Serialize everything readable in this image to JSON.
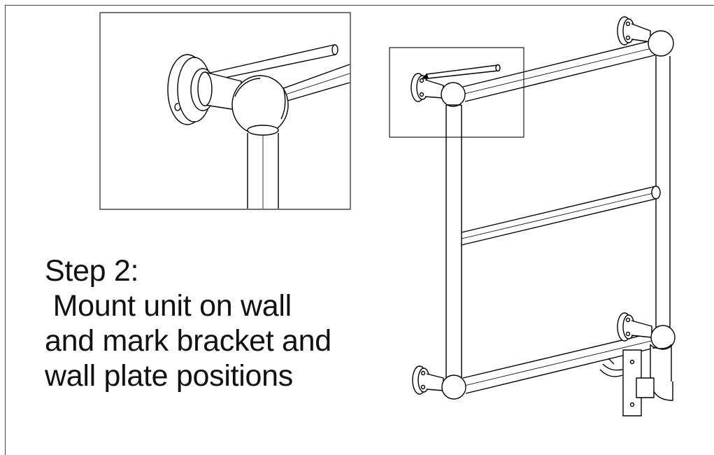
{
  "instruction": {
    "step_label": "Step 2:",
    "line1": " Mount unit on wall",
    "line2": "and mark bracket and",
    "line3": "wall plate positions"
  },
  "figure": {
    "main_illustration": "towel-rail-mounted-on-wall",
    "detail_illustration": "pencil-marking-wall-bracket-position",
    "line_color": "#000000",
    "fill_color": "#ffffff"
  }
}
